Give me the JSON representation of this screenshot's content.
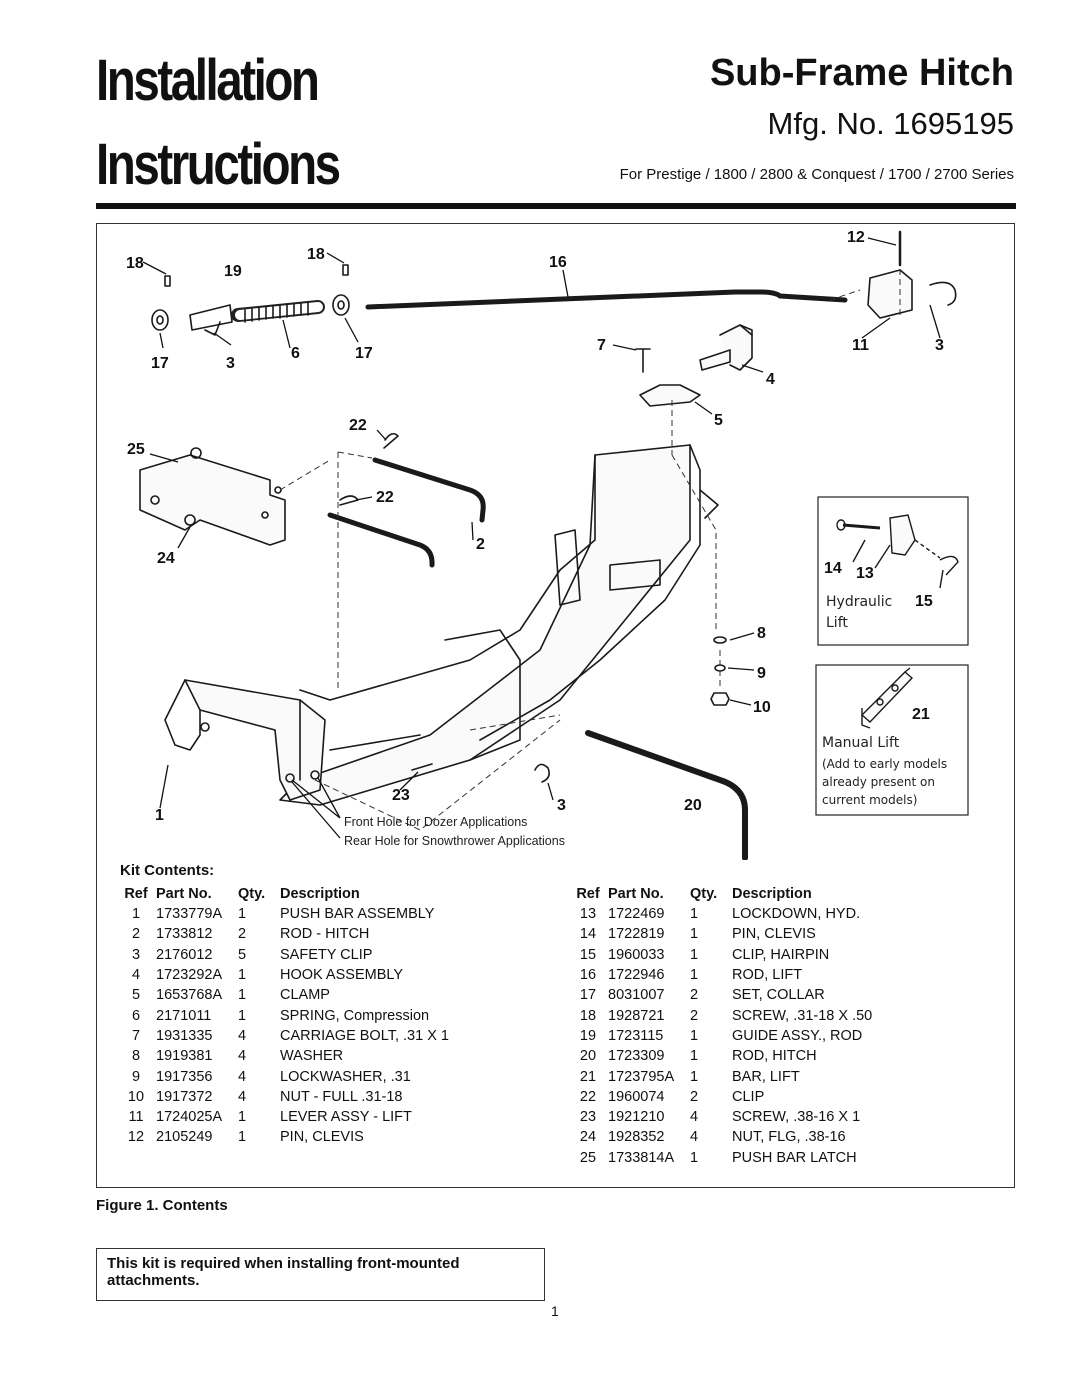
{
  "header": {
    "title_line1": "Installation",
    "title_line2": "Instructions",
    "product": "Sub-Frame Hitch",
    "mfg": "Mfg. No. 1695195",
    "series": "For Prestige / 1800 / 2800 & Conquest / 1700 / 2700 Series"
  },
  "figure": {
    "callouts": [
      "18",
      "19",
      "18",
      "16",
      "12",
      "17",
      "3",
      "6",
      "17",
      "7",
      "11",
      "3",
      "4",
      "5",
      "22",
      "25",
      "22",
      "2",
      "24",
      "14",
      "13",
      "15",
      "8",
      "9",
      "10",
      "21",
      "23",
      "3",
      "20",
      "1"
    ],
    "hole_note_1": "Front Hole for Dozer Applications",
    "hole_note_2": "Rear Hole for Snowthrower Applications",
    "inset_hydraulic": {
      "label_line1": "Hydraulic",
      "label_line2": "Lift"
    },
    "inset_manual": {
      "label": "Manual Lift",
      "note_line1": "(Add to early models",
      "note_line2": "already present on",
      "note_line3": "current models)"
    }
  },
  "kit": {
    "title": "Kit Contents:",
    "headers": {
      "ref": "Ref",
      "part": "Part No.",
      "qty": "Qty.",
      "desc": "Description"
    },
    "left": [
      {
        "ref": "1",
        "part": "1733779A",
        "qty": "1",
        "desc": "PUSH BAR ASSEMBLY"
      },
      {
        "ref": "2",
        "part": "1733812",
        "qty": "2",
        "desc": "ROD - HITCH"
      },
      {
        "ref": "3",
        "part": "2176012",
        "qty": "5",
        "desc": "SAFETY CLIP"
      },
      {
        "ref": "4",
        "part": "1723292A",
        "qty": "1",
        "desc": "HOOK ASSEMBLY"
      },
      {
        "ref": "5",
        "part": "1653768A",
        "qty": "1",
        "desc": "CLAMP"
      },
      {
        "ref": "6",
        "part": "2171011",
        "qty": "1",
        "desc": "SPRING, Compression"
      },
      {
        "ref": "7",
        "part": "1931335",
        "qty": "4",
        "desc": "CARRIAGE BOLT, .31 X 1"
      },
      {
        "ref": "8",
        "part": "1919381",
        "qty": "4",
        "desc": "WASHER"
      },
      {
        "ref": "9",
        "part": "1917356",
        "qty": "4",
        "desc": "LOCKWASHER, .31"
      },
      {
        "ref": "10",
        "part": "1917372",
        "qty": "4",
        "desc": "NUT - FULL .31-18"
      },
      {
        "ref": "11",
        "part": "1724025A",
        "qty": "1",
        "desc": "LEVER ASSY - LIFT"
      },
      {
        "ref": "12",
        "part": "2105249",
        "qty": "1",
        "desc": "PIN, CLEVIS"
      }
    ],
    "right": [
      {
        "ref": "13",
        "part": "1722469",
        "qty": "1",
        "desc": "LOCKDOWN, HYD."
      },
      {
        "ref": "14",
        "part": "1722819",
        "qty": "1",
        "desc": "PIN, CLEVIS"
      },
      {
        "ref": "15",
        "part": "1960033",
        "qty": "1",
        "desc": "CLIP, HAIRPIN"
      },
      {
        "ref": "16",
        "part": "1722946",
        "qty": "1",
        "desc": "ROD, LIFT"
      },
      {
        "ref": "17",
        "part": "8031007",
        "qty": "2",
        "desc": "SET, COLLAR"
      },
      {
        "ref": "18",
        "part": "1928721",
        "qty": "2",
        "desc": "SCREW, .31-18 X .50"
      },
      {
        "ref": "19",
        "part": "1723115",
        "qty": "1",
        "desc": "GUIDE ASSY., ROD"
      },
      {
        "ref": "20",
        "part": "1723309",
        "qty": "1",
        "desc": "ROD, HITCH"
      },
      {
        "ref": "21",
        "part": "1723795A",
        "qty": "1",
        "desc": "BAR, LIFT"
      },
      {
        "ref": "22",
        "part": "1960074",
        "qty": "2",
        "desc": "CLIP"
      },
      {
        "ref": "23",
        "part": "1921210",
        "qty": "4",
        "desc": "SCREW, .38-16 X 1"
      },
      {
        "ref": "24",
        "part": "1928352",
        "qty": "4",
        "desc": "NUT, FLG, .38-16"
      },
      {
        "ref": "25",
        "part": "1733814A",
        "qty": "1",
        "desc": "PUSH BAR LATCH"
      }
    ]
  },
  "caption": "Figure 1.  Contents",
  "note": "This kit is required when installing front-mounted attachments.",
  "page_number": "1"
}
